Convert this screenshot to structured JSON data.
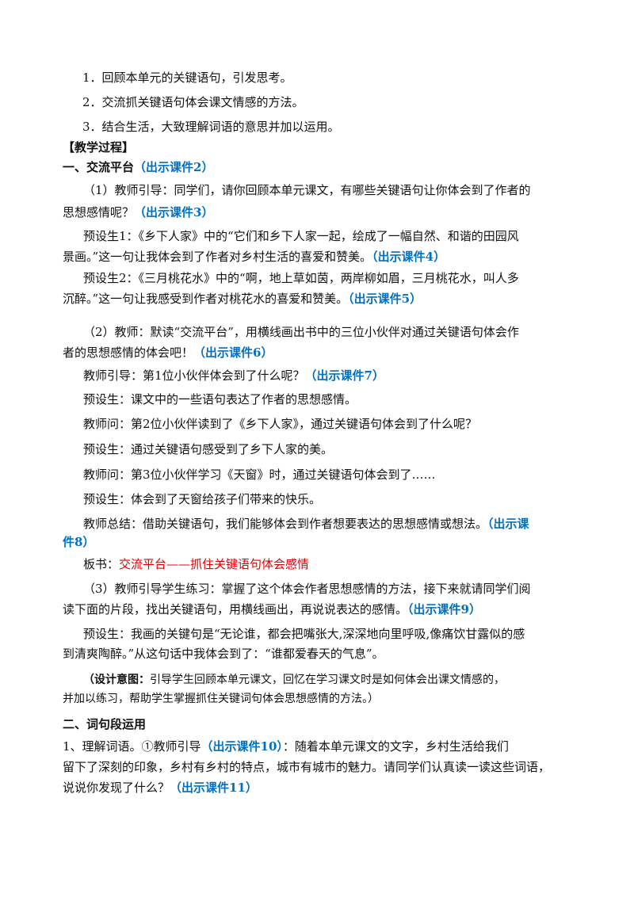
{
  "goals": [
    "1．回顾本单元的关键语句，引发思考。",
    "2．交流抓关键语句体会课文情感的方法。",
    "3．结合生活，大致理解词语的意思并加以运用。"
  ],
  "process_heading": "【教学过程】",
  "sec1": {
    "title": "一、交流平台",
    "tag": "（出示课件2）"
  },
  "p1": {
    "l1": "（1）教师引导：同学们，请你回顾本单元课文，有哪些关键语句让你体会到了作者的",
    "l2": "思想感情呢？",
    "tag": "（出示课件3）"
  },
  "pre1": {
    "l1": "预设生1：《乡下人家》中的“它们和乡下人家一起，绘成了一幅自然、和谐的田园风",
    "l2": "景画。”这一句让我体会到了作者对乡村生活的喜爱和赞美。",
    "tag": "（出示课件4）"
  },
  "pre2": {
    "l1": "预设生2：《三月桃花水》中的“啊，地上草如茵，两岸柳如眉，三月桃花水，叫人多",
    "l2": "沉醉。”这一句让我感受到作者对桃花水的喜爱和赞美。",
    "tag": "（出示课件5）"
  },
  "p2": {
    "l1": "（2）教师：默读“交流平台”，用横线画出书中的三位小伙伴对通过关键语句体会作",
    "l2": "者的思想感情的体会吧！",
    "tag": "（出示课件6）"
  },
  "q1": {
    "text": "教师引导：第1位小伙伴体会到了什么呢？",
    "tag": "（出示课件7）"
  },
  "a1": "预设生：课文中的一些语句表达了作者的思想感情。",
  "q2": "教师问：第2位小伙伴读到了《乡下人家》，通过关键语句体会到了什么呢？",
  "a2": "预设生：通过关键语句感受到了乡下人家的美。",
  "q3": "教师问：第3位小伙伴学习《天窗》时，通过关键语句体会到了……",
  "a3": "预设生：体会到了天窗给孩子们带来的快乐。",
  "summary": {
    "text": "教师总结：借助关键语句，我们能够体会到作者想要表达的思想感情或想法。",
    "tag1": "（出示课",
    "tag2": "件8）"
  },
  "board": {
    "label": "板书：",
    "text": "交流平台——抓住关键语句体会感情"
  },
  "p3": {
    "l1": "（3）教师引导学生练习：掌握了这个体会作者思想感情的方法，接下来就请同学们阅",
    "l2": "读下面的片段，找出关键语句，用横线画出，再说说表达的感情。",
    "tag": "（出示课件9）"
  },
  "pre3": {
    "l1": "预设生：我画的关键句是“无论谁，都会把嘴张大,深深地向里呼吸,像痛饮甘露似的感",
    "l2": "到清爽陶醉。”从这句话中我体会到了：“谁都爱春天的气息”。"
  },
  "design": {
    "label": "（设计意图：",
    "l1": "引导学生回顾本单元课文，回忆在学习课文时是如何体会出课文情感的，",
    "l2": "并加以练习，帮助学生掌握抓住关键词句体会思想感情的方法。）"
  },
  "sec2": {
    "title": "二、词句段运用"
  },
  "p4": {
    "pre": "1、理解词语。①教师引导",
    "tag1": "（出示课件10）",
    "post": "：随着本单元课文的文字，乡村生活给我们",
    "l2": "留下了深刻的印象，乡村有乡村的特点，城市有城市的魅力。请同学们认真读一读这些词语，",
    "l3": "说说你发现了什么？",
    "tag2": "（出示课件11）"
  }
}
